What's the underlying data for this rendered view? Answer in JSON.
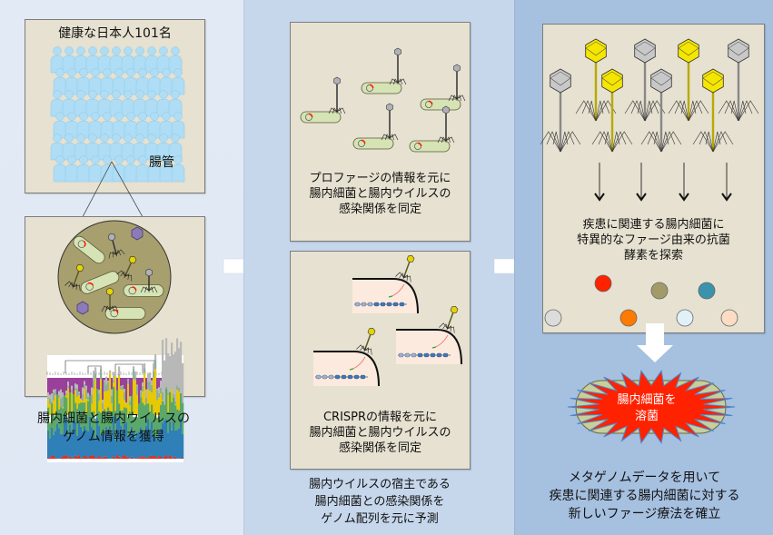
{
  "column1": {
    "population_title": "健康な日本人101名",
    "gut_label": "腸管",
    "caption": [
      "腸内細菌と腸内ウイルスの",
      "ゲノム情報を獲得"
    ]
  },
  "column2": {
    "prophage_caption": [
      "プロファージの情報を元に",
      "腸内細菌と腸内ウイルスの",
      "感染関係を同定"
    ],
    "crispr_caption": [
      "CRISPRの情報を元に",
      "腸内細菌と腸内ウイルスの",
      "感染関係を同定"
    ],
    "caption": [
      "腸内ウイルスの宿主である",
      "腸内細菌との感染関係を",
      "ゲノム配列を元に予測"
    ]
  },
  "column3": {
    "search_caption": [
      "疾患に関連する腸内細菌に",
      "特異的なファージ由来の抗菌",
      "酵素を探索"
    ],
    "lysis_label": [
      "腸内細菌を",
      "溶菌"
    ],
    "caption": [
      "メタゲノムデータを用いて",
      "疾患に関連する腸内細菌に対する",
      "新しいファージ療法を確立"
    ]
  },
  "colors": {
    "col1_bg": "#e2eaf5",
    "col2_bg": "#c6d7ec",
    "col3_bg": "#a6c0e0",
    "box_bg": "#e6e1d0",
    "person": "#aeddf5",
    "burst": "#ff2200",
    "bacterium": "#d5e3b5",
    "phage_yellow": "#f5e600",
    "phage_gray": "#c8c8c8"
  },
  "enzymes": [
    {
      "color": "#ff2200"
    },
    {
      "color": "#a39a6a"
    },
    {
      "color": "#3a93ad"
    },
    {
      "color": "#dcdcdc"
    },
    {
      "color": "#ff7a00"
    },
    {
      "color": "#e2f0f8"
    },
    {
      "color": "#fbdcc4"
    }
  ]
}
